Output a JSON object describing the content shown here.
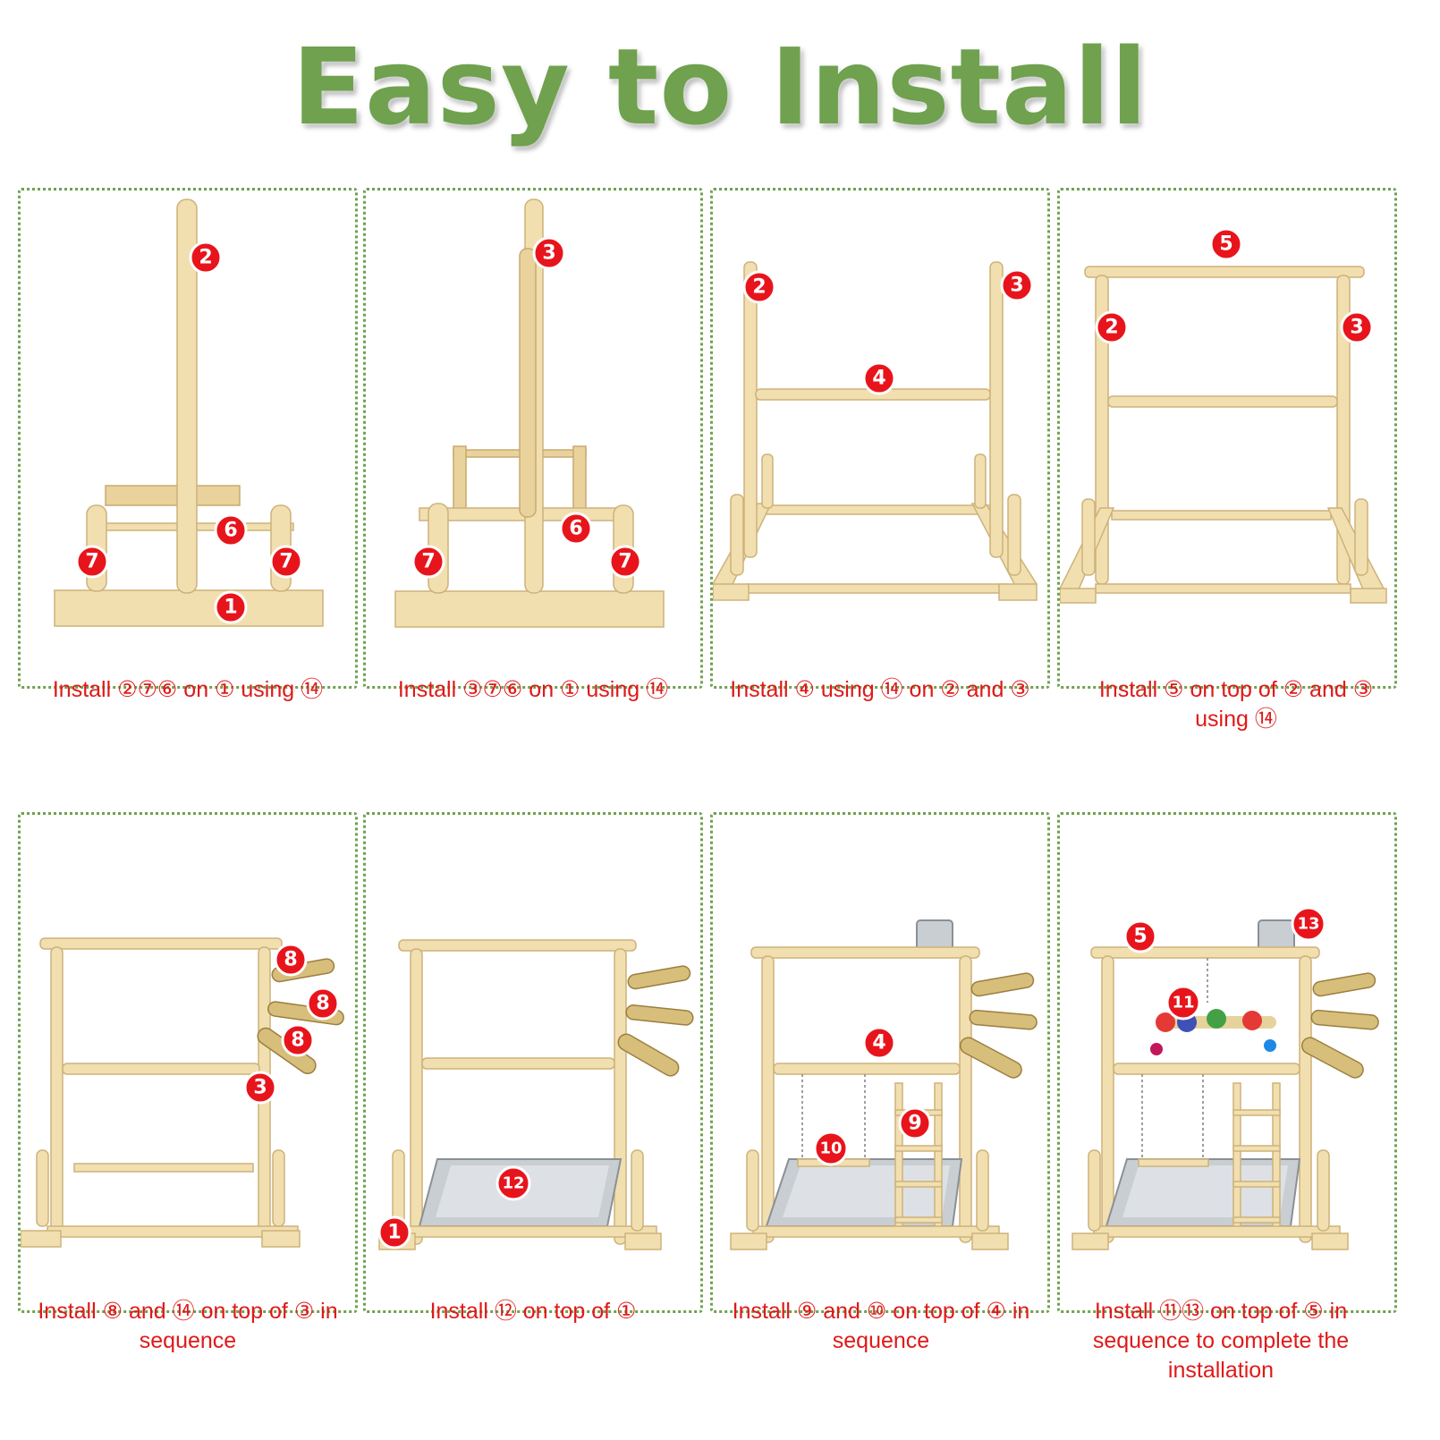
{
  "title": "Easy to Install",
  "steps": [
    {
      "caption": "Install ②⑦⑥ on ① using ⑭",
      "badges": [
        "2",
        "6",
        "7",
        "7",
        "1"
      ]
    },
    {
      "caption": "Install ③⑦⑥ on ① using ⑭",
      "badges": [
        "3",
        "6",
        "7",
        "7"
      ]
    },
    {
      "caption": "Install ④ using ⑭ on ② and ③",
      "badges": [
        "2",
        "3",
        "4"
      ]
    },
    {
      "caption": "Install ⑤ on top of ② and ③ using ⑭",
      "badges": [
        "5",
        "2",
        "3"
      ]
    },
    {
      "caption": "Install ⑧ and ⑭ on top of ③ in sequence",
      "badges": [
        "8",
        "8",
        "8",
        "3"
      ]
    },
    {
      "caption": "Install ⑫ on top of ①",
      "badges": [
        "12",
        "1"
      ]
    },
    {
      "caption": "Install ⑨ and ⑩ on top of ④ in sequence",
      "badges": [
        "4",
        "9",
        "10"
      ]
    },
    {
      "caption": "Install ⑪⑬ on top of ⑤ in sequence to complete the installation",
      "badges": [
        "5",
        "13",
        "11"
      ]
    }
  ],
  "colors": {
    "title": "#6fa14e",
    "border": "#6fa14e",
    "caption": "#e01919",
    "badge": "#e8141c"
  }
}
